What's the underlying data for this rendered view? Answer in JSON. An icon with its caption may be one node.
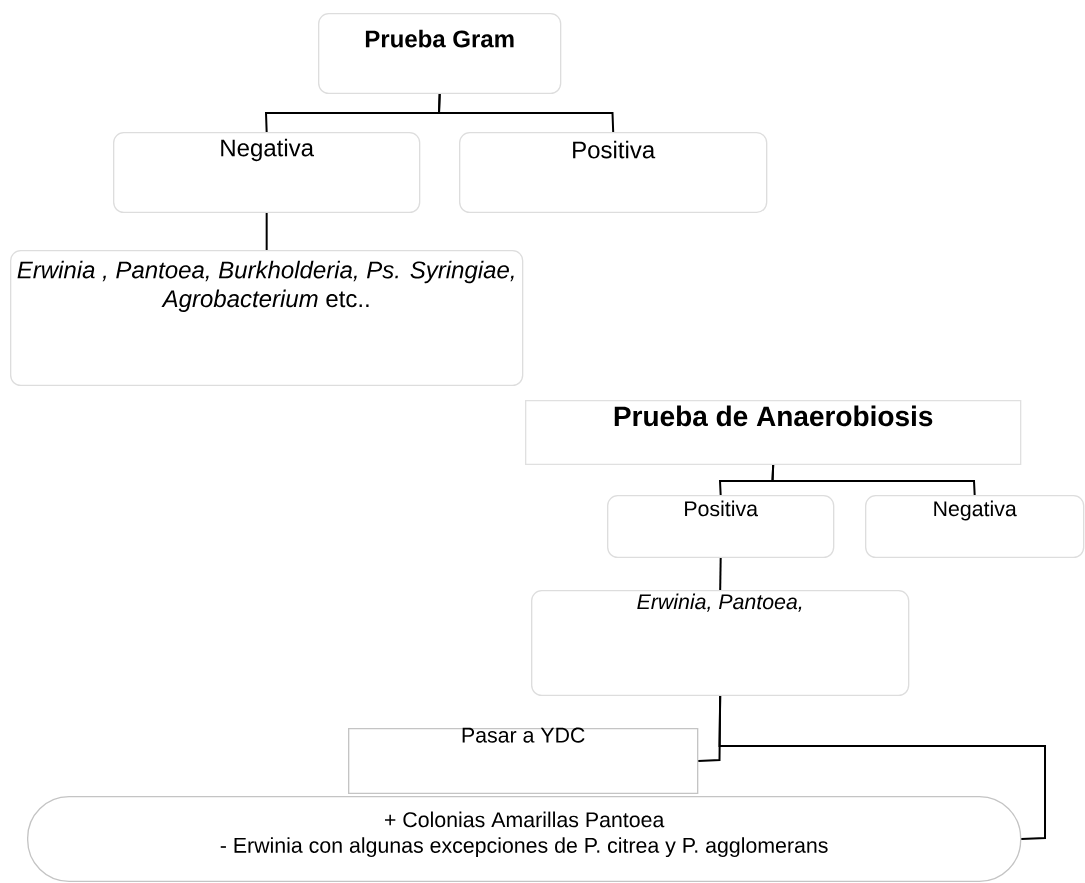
{
  "diagram": {
    "nodes": [
      {
        "text": [
          "Prueba Gram"
        ]
      },
      {
        "text": [
          "Negativa"
        ]
      },
      {
        "text": [
          "Positiva"
        ]
      },
      {
        "text": [
          "*Erwinia , Pantoea, Burkholderia, Ps. Syringiae, Agrobacterium* etc.."
        ]
      },
      {
        "text": [
          "Prueba de Anaerobiosis"
        ]
      },
      {
        "text": [
          "Positiva"
        ]
      },
      {
        "text": [
          "Negativa"
        ]
      },
      {
        "text": [
          "Erwinia, Pantoea,"
        ]
      },
      {
        "text": [
          "Pasar a YDC"
        ]
      },
      {
        "text": [
          "+ Colonias Amarillas Pantoea",
          "- Erwinia con algunas excepciones de P. citrea y P. agglomerans"
        ]
      }
    ],
    "edges": [
      {
        "from": 0,
        "to": 1,
        "arrow": "none"
      },
      {
        "from": 0,
        "to": 2,
        "arrow": "none"
      },
      {
        "from": 1,
        "to": 3,
        "arrow": "none"
      },
      {
        "from": 4,
        "to": 5,
        "arrow": "none"
      },
      {
        "from": 4,
        "to": 6,
        "arrow": "none"
      },
      {
        "from": 5,
        "to": 7,
        "arrow": "none"
      },
      {
        "from": 7,
        "to": 8,
        "arrow": "none"
      },
      {
        "from": 7,
        "to": 9,
        "arrow": "none"
      }
    ]
  }
}
